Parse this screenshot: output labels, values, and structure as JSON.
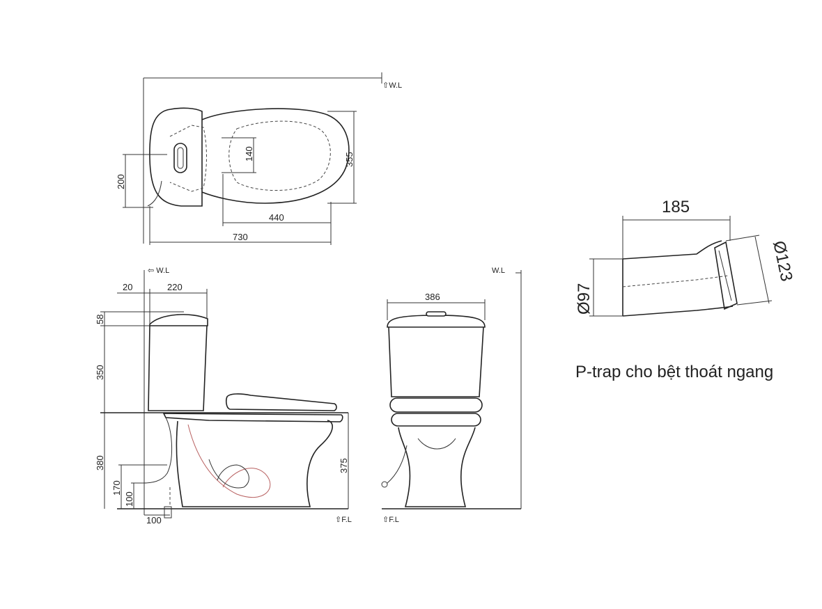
{
  "labels": {
    "wl_top": "⇧W.L",
    "wl_side": "⇦ W.L",
    "wl_front": "W.L",
    "fl_side": "⇧F.L",
    "fl_front": "⇧F.L"
  },
  "dimensions": {
    "top_200": "200",
    "top_140": "140",
    "top_355": "355",
    "top_440": "440",
    "top_730": "730",
    "side_20": "20",
    "side_220": "220",
    "side_58": "58",
    "side_350": "350",
    "side_380": "380",
    "side_170": "170",
    "side_100v": "100",
    "side_100h": "100",
    "side_375": "375",
    "front_386": "386",
    "trap_185": "185",
    "trap_d97": "Ø97",
    "trap_d123": "Ø123"
  },
  "caption": "P-trap cho bệt thoát ngang"
}
